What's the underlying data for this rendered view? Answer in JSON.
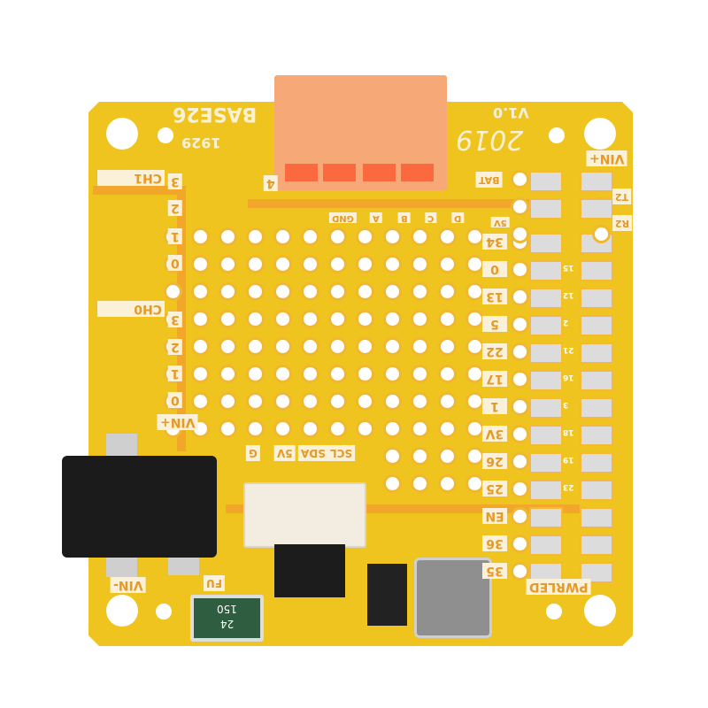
{
  "board": {
    "name": "BASE26",
    "version": "V1.0",
    "date_code": "1929",
    "year": "2019",
    "colors": {
      "pcb": "#efc41f",
      "trace": "#f2a62a",
      "silk": "#fbf1d8",
      "terminal": "#f6a877"
    }
  },
  "labels": {
    "ch1": "CH1",
    "ch0": "CH0",
    "vin_plus_left": "VIN+",
    "vin_plus_right": "VIN+",
    "vin_minus": "VIN-",
    "bat": "BAT",
    "t2": "T2",
    "r2": "R2",
    "five_v": "5V",
    "pwrled": "PWRLED",
    "fu": "FU",
    "terminal_pin": "4",
    "ch_pins": [
      "3",
      "2",
      "1",
      "0"
    ],
    "abcd": [
      "GND",
      "A",
      "B",
      "C",
      "D"
    ],
    "i2c": [
      "SCL",
      "SDA",
      "5V",
      "G"
    ],
    "gpio": [
      "34",
      "0",
      "13",
      "5",
      "22",
      "17",
      "1",
      "3V",
      "26",
      "25",
      "EN",
      "36",
      "35"
    ],
    "gpio_inner": [
      "15",
      "12",
      "2",
      "21",
      "16",
      "3",
      "18",
      "19",
      "23"
    ],
    "fuse": [
      "150",
      "24"
    ]
  }
}
